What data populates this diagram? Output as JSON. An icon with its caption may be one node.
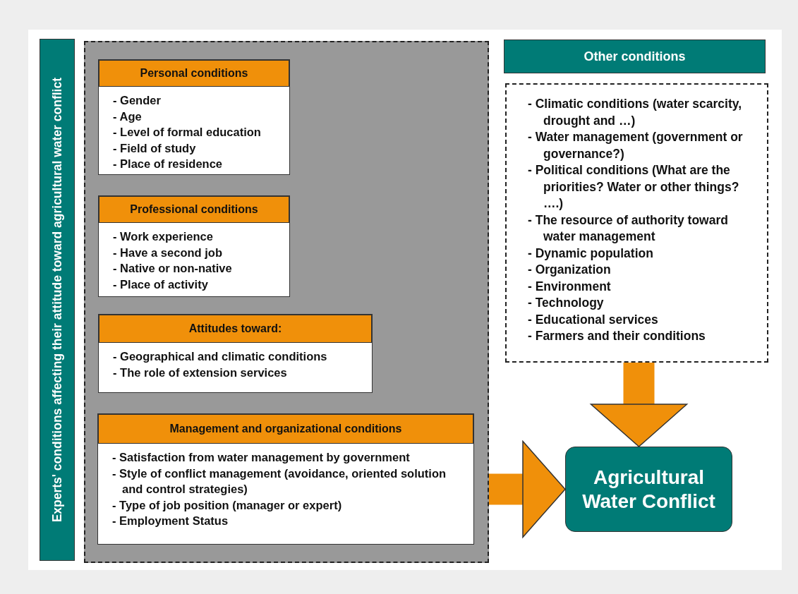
{
  "diagram": {
    "nodes": [
      {
        "text": [
          "Experts' conditions affecting their attitude toward agricultural water conflict"
        ]
      },
      {
        "text": [],
        "shape": "box"
      },
      {
        "text": [
          "Personal conditions",
          "- Gender",
          "- Age",
          "- Level of formal education",
          "- Field of study",
          "- Place of residence"
        ],
        "in": 1
      },
      {
        "text": [
          "Professional conditions",
          "- Work experience",
          "- Have a second job",
          "- Native or non-native",
          "- Place of activity"
        ],
        "in": 1
      },
      {
        "text": [
          "Attitudes toward:",
          "- Geographical and climatic conditions",
          "- The role of extension services"
        ],
        "in": 1
      },
      {
        "text": [
          "Management and organizational conditions",
          "- Satisfaction from water management by government",
          "- Style of conflict management (avoidance, oriented solution and control strategies)",
          "- Type of job position (manager or expert)",
          "- Employment Status"
        ],
        "in": 1
      },
      {
        "text": [
          "Other conditions"
        ]
      },
      {
        "text": [
          "- Climatic conditions (water scarcity, drought and …)",
          "- Water management (government or governance?)",
          "- Political conditions (What are the priorities? Water or other things? ….)",
          "- The resource of authority toward water management",
          "- Dynamic population",
          "- Organization",
          "- Environment",
          "- Technology",
          "- Educational services",
          "- Farmers and their conditions"
        ]
      },
      {
        "text": [
          "Agricultural Water Conflict"
        ]
      }
    ],
    "edges": [
      {
        "from": 7,
        "to": 8,
        "arrow": "to"
      },
      {
        "from": 1,
        "to": 8,
        "arrow": "to"
      }
    ]
  }
}
